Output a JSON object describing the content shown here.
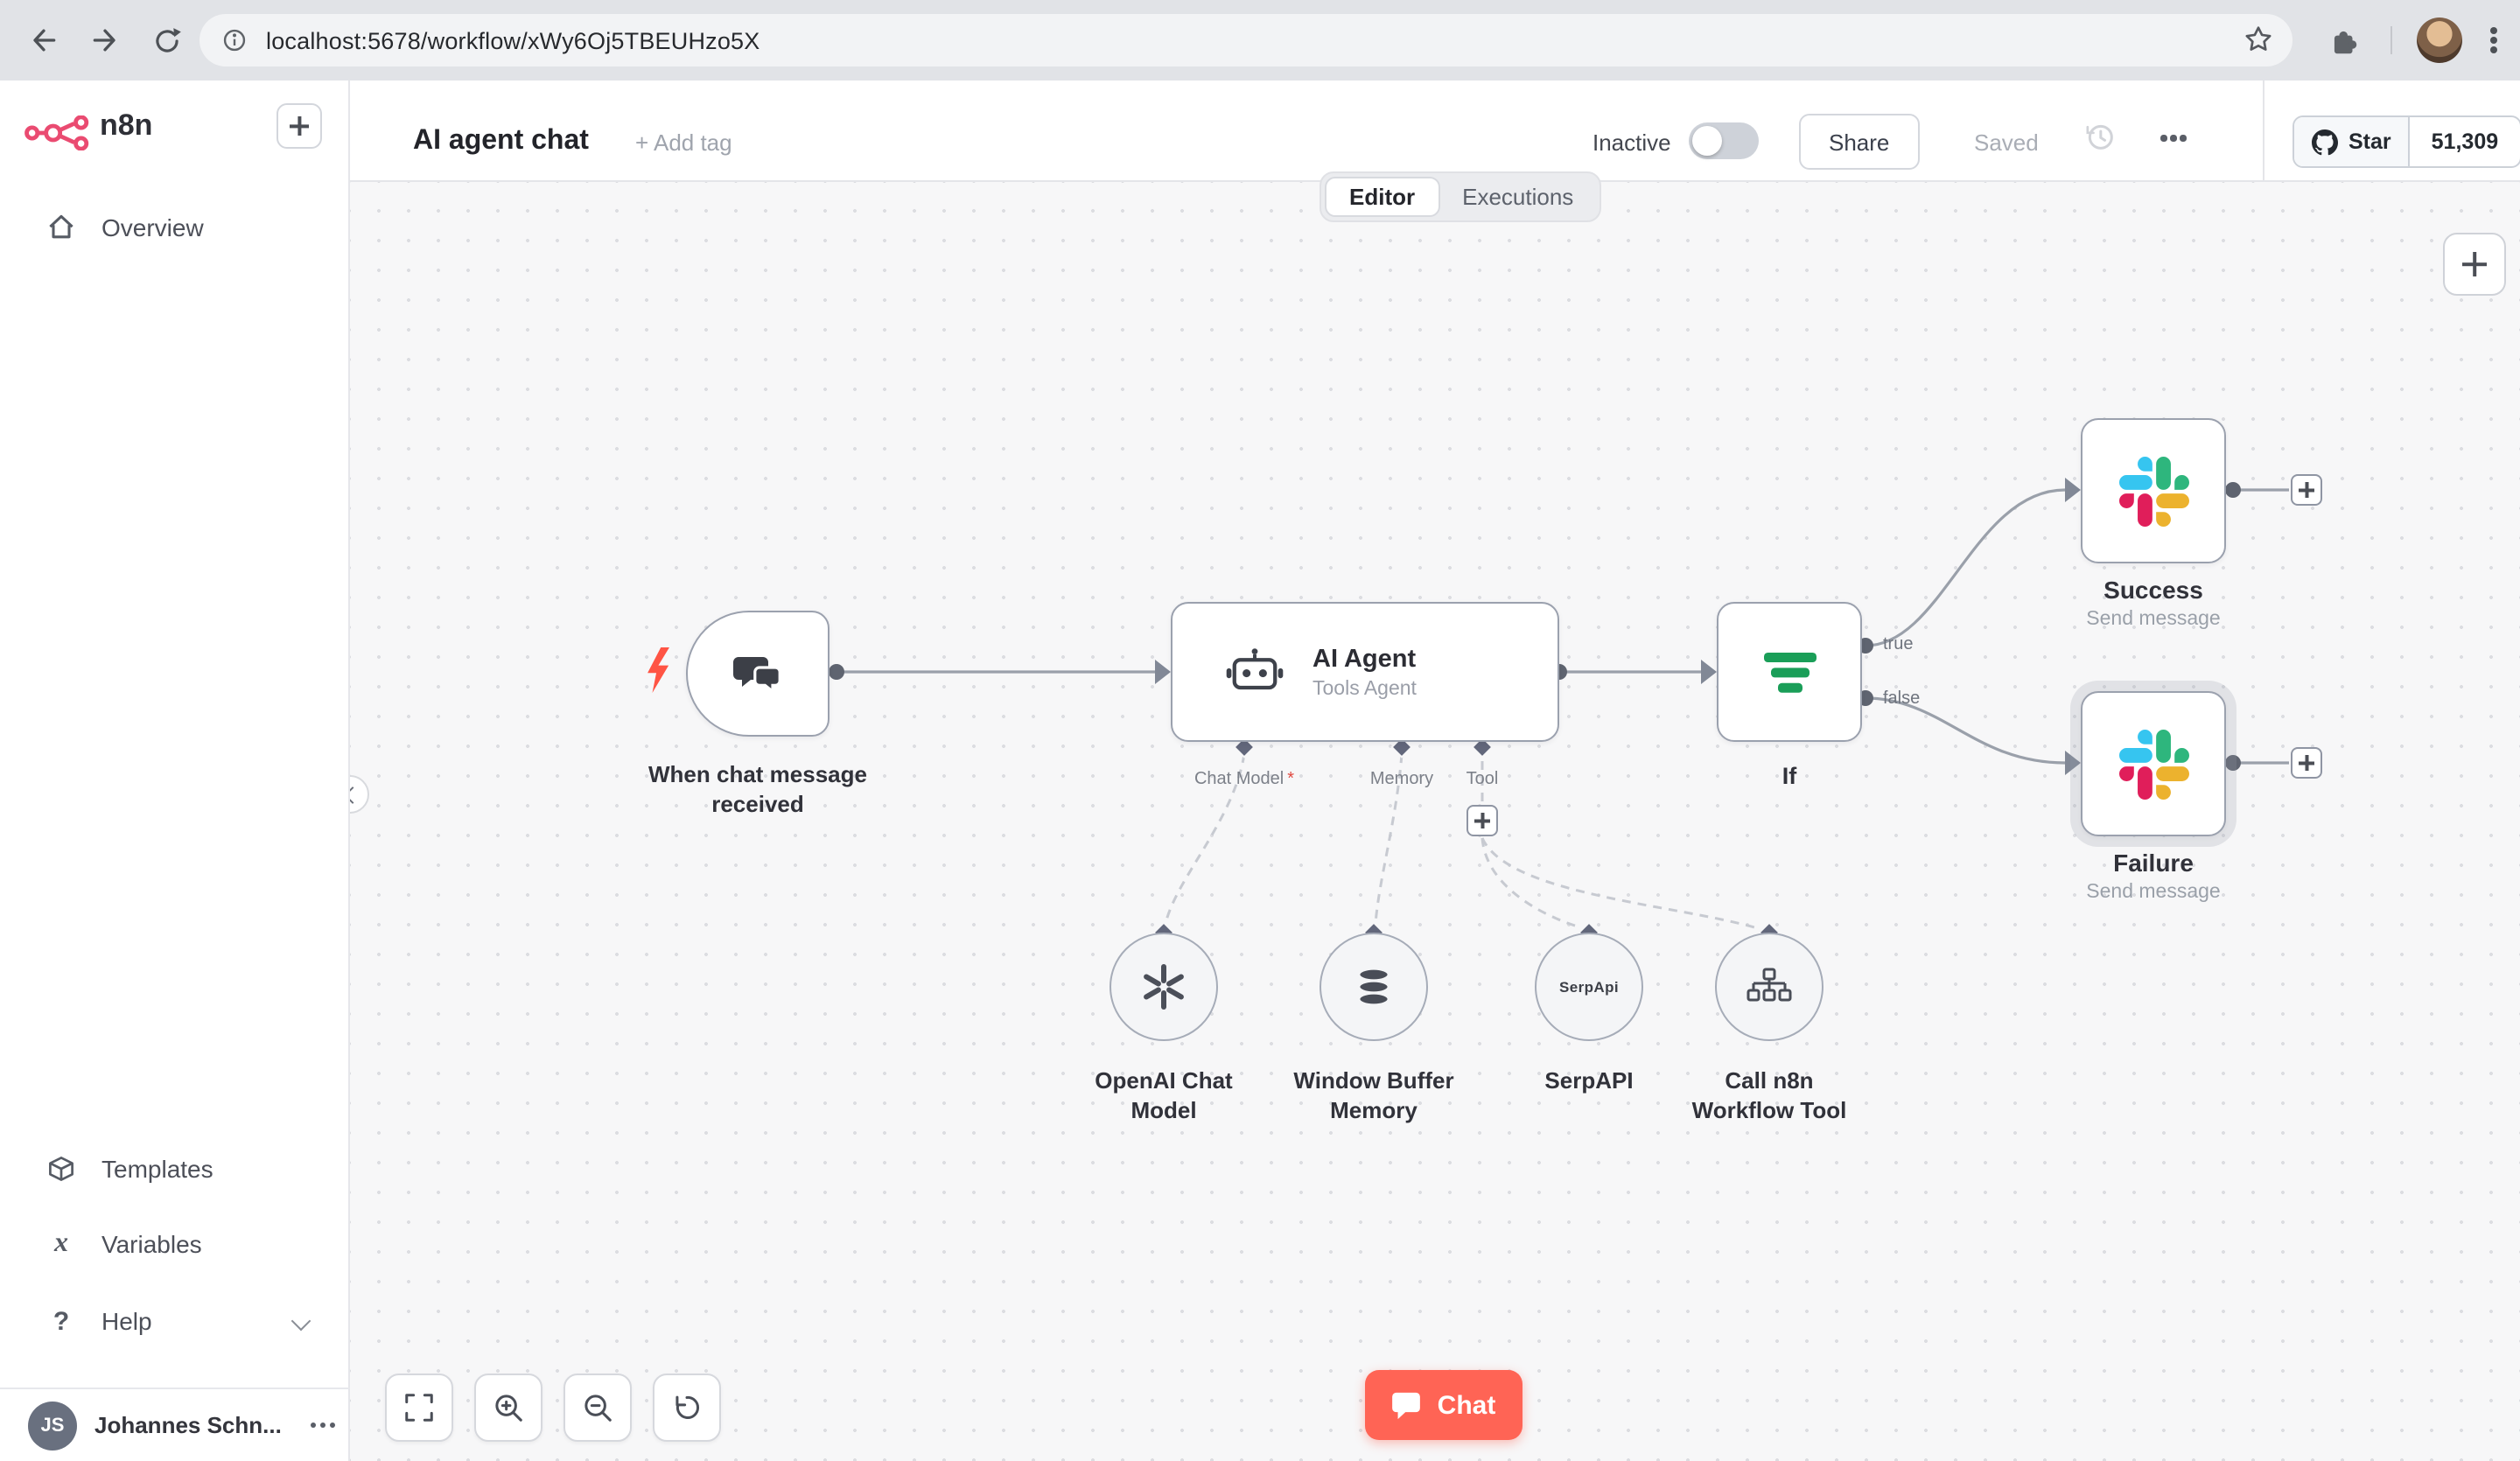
{
  "browser": {
    "url": "localhost:5678/workflow/xWy6Oj5TBEUHzo5X"
  },
  "sidebar": {
    "brand": "n8n",
    "items": [
      {
        "label": "Overview"
      }
    ],
    "bottom_items": [
      {
        "label": "Templates"
      },
      {
        "label": "Variables"
      },
      {
        "label": "Help"
      }
    ],
    "icon_glyphs": {
      "variables": "x",
      "help": "?"
    },
    "user": {
      "initials": "JS",
      "name": "Johannes Schn..."
    }
  },
  "header": {
    "title": "AI agent chat",
    "add_tag": "+ Add tag",
    "activation": {
      "label": "Inactive"
    },
    "share": "Share",
    "saved": "Saved",
    "github": {
      "star": "Star",
      "count": "51,309"
    }
  },
  "tabs": [
    {
      "label": "Editor"
    },
    {
      "label": "Executions"
    }
  ],
  "canvas": {
    "trigger": {
      "label": "When chat message received"
    },
    "agent": {
      "title": "AI Agent",
      "subtitle": "Tools Agent",
      "ports": [
        {
          "label": "Chat Model",
          "required": "*"
        },
        {
          "label": "Memory"
        },
        {
          "label": "Tool"
        }
      ]
    },
    "if_node": {
      "label": "If",
      "true_label": "true",
      "false_label": "false"
    },
    "success": {
      "label": "Success",
      "subtitle": "Send message"
    },
    "failure": {
      "label": "Failure",
      "subtitle": "Send message"
    },
    "subnodes": [
      {
        "label": "OpenAI Chat Model"
      },
      {
        "label": "Window Buffer Memory"
      },
      {
        "label": "SerpAPI",
        "badge": "SerpApi"
      },
      {
        "label": "Call n8n Workflow Tool"
      }
    ]
  },
  "chat_button": {
    "label": "Chat"
  }
}
